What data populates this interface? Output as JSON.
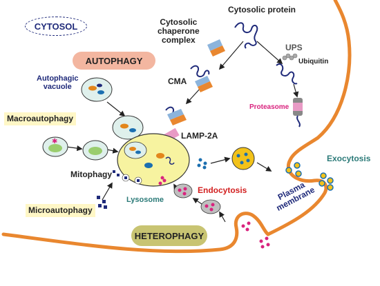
{
  "regions": {
    "cytosol": "CYTOSOL",
    "autophagy": "AUTOPHAGY",
    "heterophagy": "HETEROPHAGY"
  },
  "labels": {
    "cytosolic_protein": "Cytosolic protein",
    "chaperone_complex": "Cytosolic\nchaperone\ncomplex",
    "ups": "UPS",
    "ubiquitin": "Ubiquitin",
    "cma": "CMA",
    "proteasome": "Proteasome",
    "autophagic_vacuole": "Autophagic\nvacuole",
    "macroautophagy": "Macroautophagy",
    "lamp2a": "LAMP-2A",
    "mitophagy": "Mitophagy",
    "exocytosis": "Exocytosis",
    "endocytosis": "Endocytosis",
    "lysosome": "Lysosome",
    "microautophagy": "Microautophagy",
    "plasma_membrane": "Plasma\nmembrane"
  },
  "colors": {
    "membrane": "#e9872f",
    "lysosome_fill": "#f7f3a0",
    "vacuole_fill": "#dff0ec",
    "autophagy_pill": "#f3b6a0",
    "heterophagy_pill": "#c8c472",
    "highlight": "#fff7c6",
    "arrow": "#222222",
    "navy": "#1f2a7a",
    "magenta": "#d9237e",
    "red": "#d21f1f",
    "teal": "#2b7a78",
    "cargo_orange": "#e3861b",
    "cargo_blue": "#1b6fb0"
  }
}
